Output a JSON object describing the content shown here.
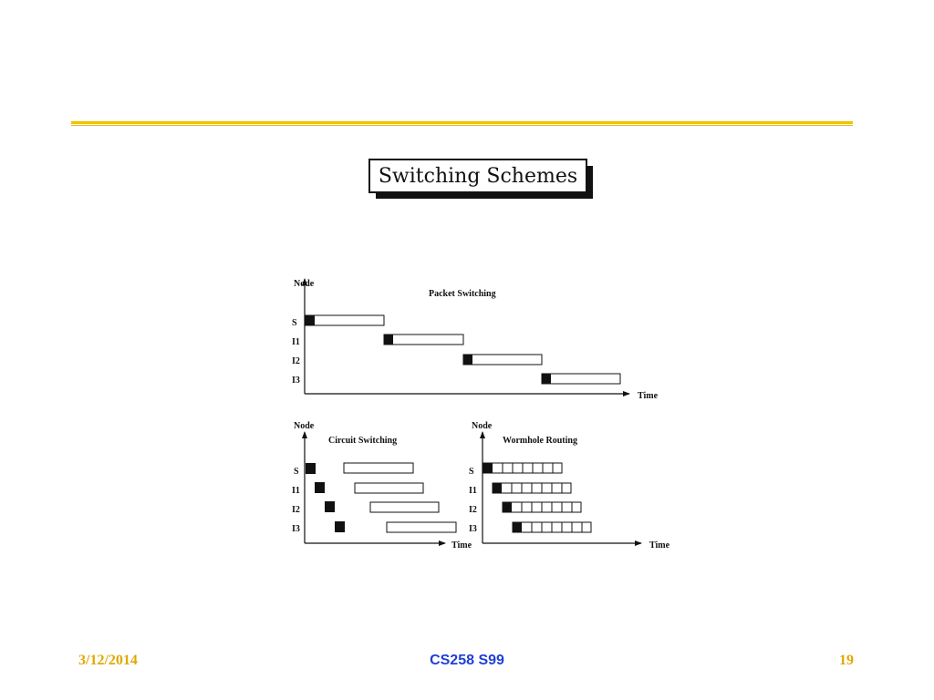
{
  "slide": {
    "title": "Switching Schemes",
    "footer": {
      "date": "3/12/2014",
      "course": "CS258 S99",
      "page": "19"
    },
    "accent_color": "#f2c200"
  },
  "diagram": {
    "axis_y_label": "Node",
    "axis_x_label": "Time",
    "nodes": [
      "S",
      "I1",
      "I2",
      "I3"
    ],
    "panels": [
      {
        "id": "packet",
        "title": "Packet Switching"
      },
      {
        "id": "circuit",
        "title": "Circuit Switching"
      },
      {
        "id": "wormhole",
        "title": "Wormhole Routing"
      }
    ]
  }
}
